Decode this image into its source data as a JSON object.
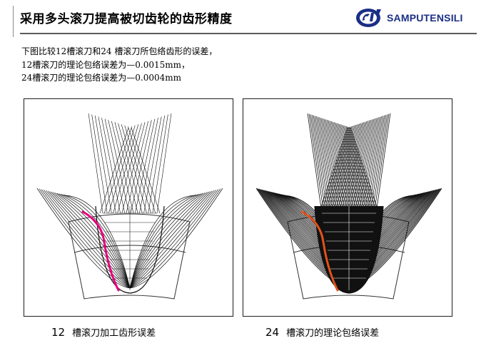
{
  "header": {
    "title": "采用多头滚刀提高被切齿轮的齿形精度",
    "logo_text": "SAMPUTENSILI",
    "brand_color": "#1b2f86"
  },
  "description": {
    "lines": [
      "下图比较12槽滚刀和24 槽滚刀所包络齿形的误差，",
      "12槽滚刀的理论包络误差为—0.0015mm，",
      "24槽滚刀的理论包络误差为—0.0004mm"
    ]
  },
  "figures": {
    "left": {
      "number": "12",
      "caption": "槽滚刀加工齿形误差",
      "highlight_color": "#e6007e"
    },
    "right": {
      "number": "24",
      "caption": "槽滚刀的理论包络误差",
      "highlight_color": "#e0521a"
    }
  }
}
